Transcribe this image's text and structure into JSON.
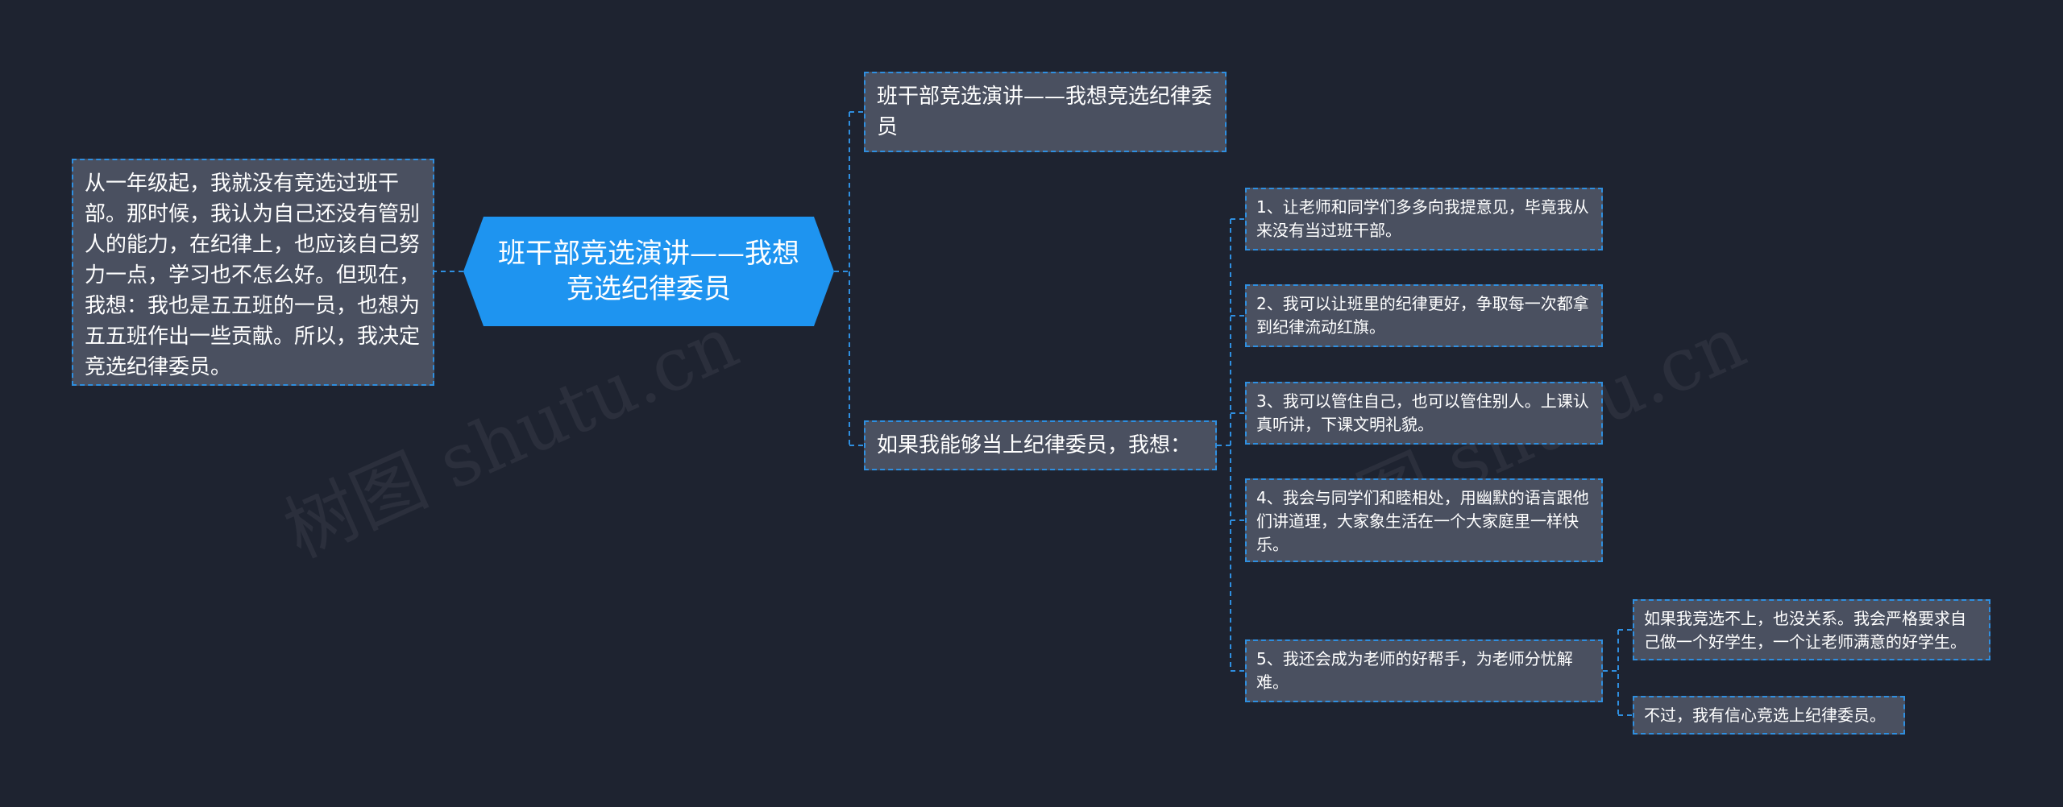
{
  "watermark": "树图 shutu.cn",
  "root": {
    "text": "班干部竞选演讲——我想竞选纪律委员"
  },
  "left_node": {
    "text": "从一年级起，我就没有竞选过班干部。那时候，我认为自己还没有管别人的能力，在纪律上，也应该自己努力一点，学习也不怎么好。但现在，我想：我也是五五班的一员，也想为五五班作出一些贡献。所以，我决定竞选纪律委员。"
  },
  "branch_title": {
    "text": "班干部竞选演讲——我想竞选纪律委员"
  },
  "branch_if": {
    "text": "如果我能够当上纪律委员，我想："
  },
  "items": [
    {
      "text": "1、让老师和同学们多多向我提意见，毕竟我从来没有当过班干部。"
    },
    {
      "text": "2、我可以让班里的纪律更好，争取每一次都拿到纪律流动红旗。"
    },
    {
      "text": "3、我可以管住自己，也可以管住别人。上课认真听讲，下课文明礼貌。"
    },
    {
      "text": "4、我会与同学们和睦相处，用幽默的语言跟他们讲道理，大家象生活在一个大家庭里一样快乐。"
    },
    {
      "text": "5、我还会成为老师的好帮手，为老师分忧解难。"
    }
  ],
  "sub_items": [
    {
      "text": "如果我竞选不上，也没关系。我会严格要求自己做一个好学生，一个让老师满意的好学生。"
    },
    {
      "text": "不过，我有信心竞选上纪律委员。"
    }
  ],
  "colors": {
    "background": "#1e2330",
    "root_fill": "#1e94f0",
    "node_fill": "#4a5060",
    "connector": "#2f8fe0"
  }
}
